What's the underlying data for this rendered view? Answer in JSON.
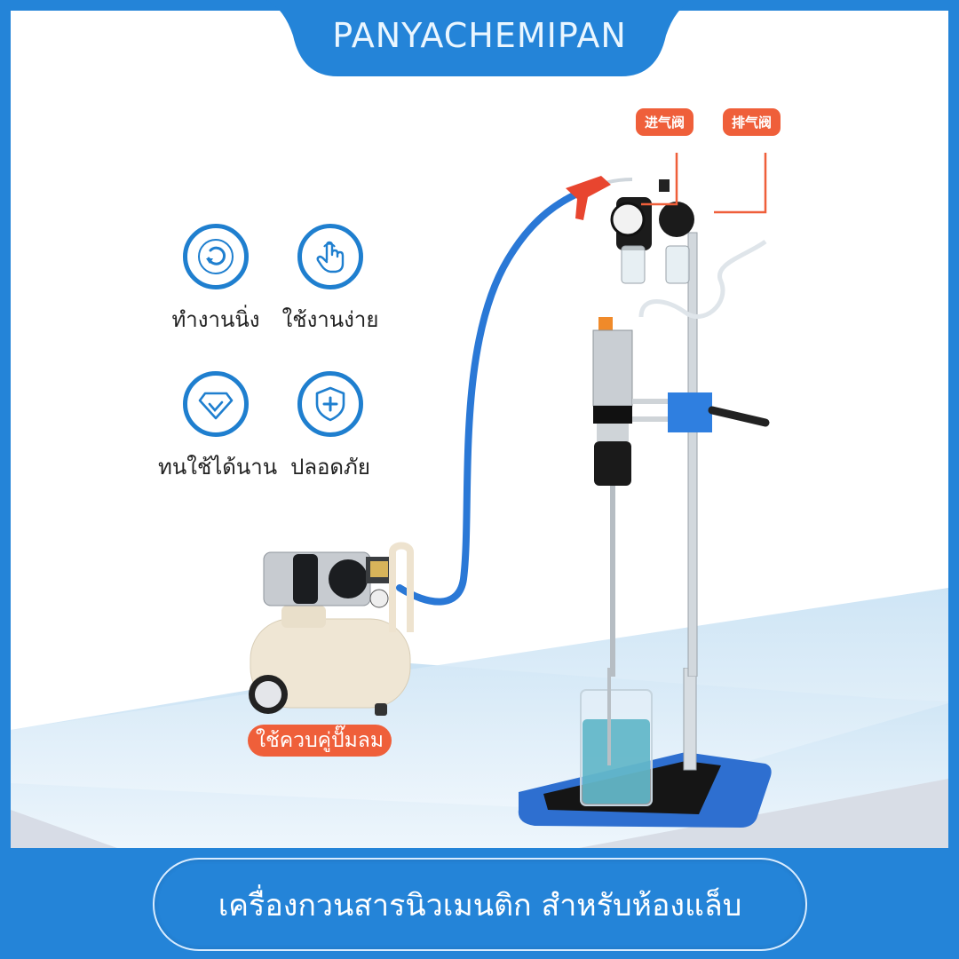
{
  "brand": {
    "name": "PANYACHEMIPAN"
  },
  "features": [
    {
      "icon": "rotate-icon",
      "label": "ทำงานนิ่ง"
    },
    {
      "icon": "hand-pointer-icon",
      "label": "ใช้งานง่าย"
    },
    {
      "icon": "diamond-check-icon",
      "label": "ทนใช้ได้นาน"
    },
    {
      "icon": "shield-plus-icon",
      "label": "ปลอดภัย"
    }
  ],
  "callouts": {
    "inlet_valve": "进气阀",
    "exhaust_valve": "排气阀",
    "pump_pairing": "ใช้ควบคู่ปั๊มลม"
  },
  "product": {
    "title": "เครื่องกวนสารนิวเมนติก สำหรับห้องแล็บ"
  },
  "colors": {
    "brand_blue": "#2484d8",
    "icon_blue": "#1f7fcf",
    "accent_orange": "#ef5f3a",
    "floor_blue": "#d6eaf7"
  }
}
